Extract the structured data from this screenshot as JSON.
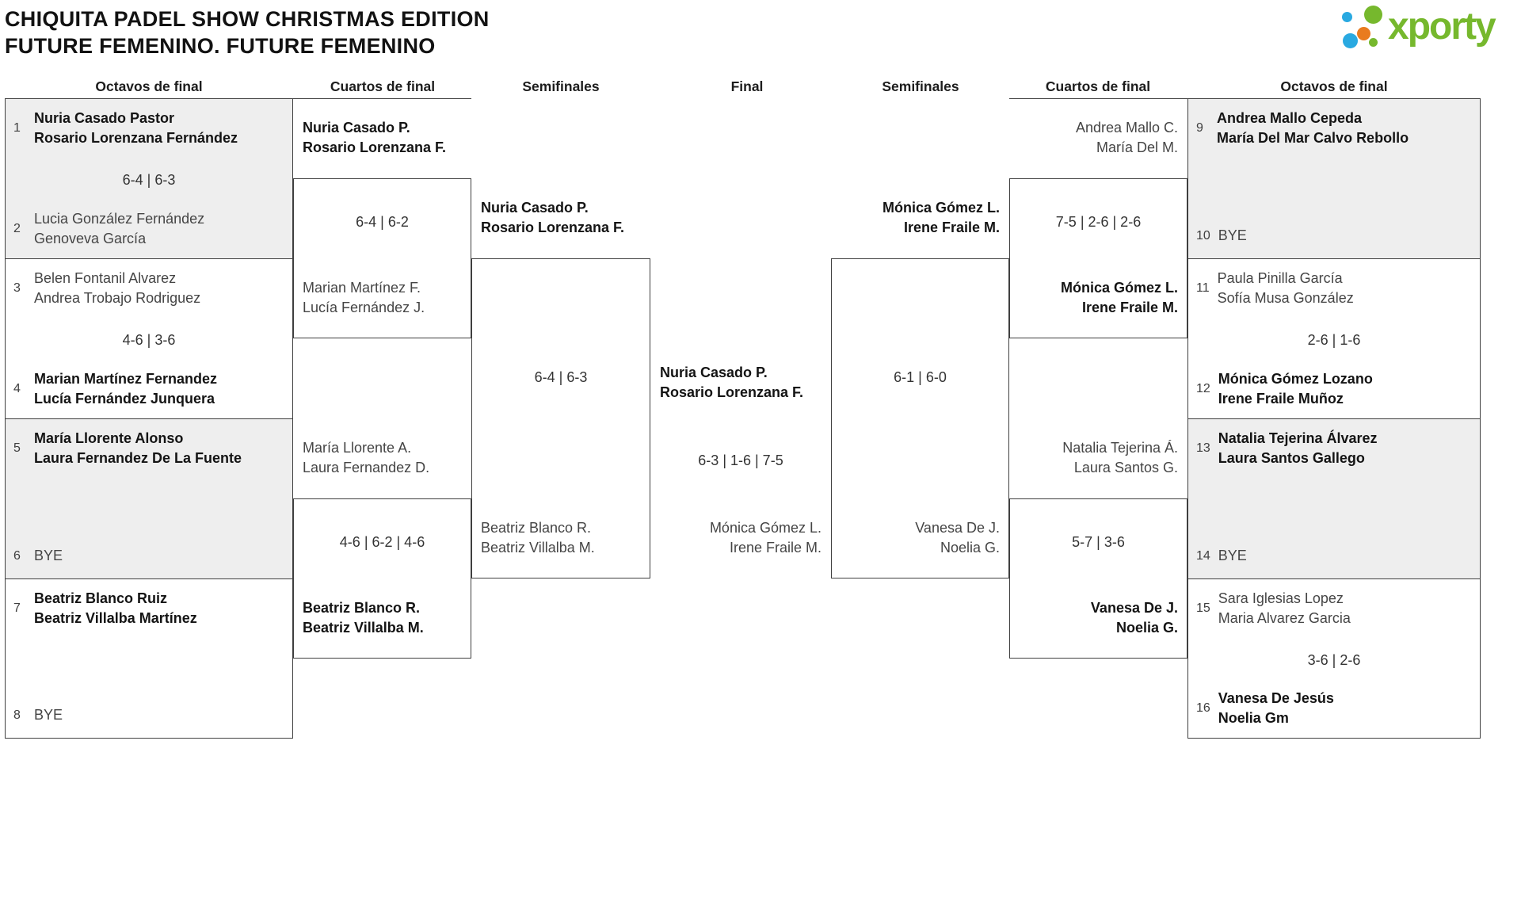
{
  "title": {
    "line1": "CHIQUITA PADEL SHOW CHRISTMAS EDITION",
    "line2": "FUTURE FEMENINO. FUTURE FEMENINO"
  },
  "logo": {
    "text": "xporty",
    "green": "#76b82d",
    "blue": "#29a9e1",
    "orange": "#e97b1f"
  },
  "round_headers": {
    "r1": "Octavos de final",
    "r2": "Cuartos de final",
    "r3": "Semifinales",
    "r4": "Final",
    "r5": "Semifinales",
    "r6": "Cuartos de final",
    "r7": "Octavos de final"
  },
  "matches": {
    "l_o1": {
      "seed_top": "1",
      "top1": "Nuria Casado Pastor",
      "top2": "Rosario Lorenzana Fernández",
      "score": "6-4 | 6-3",
      "seed_bottom": "2",
      "bottom1": "Lucia González Fernández",
      "bottom2": "Genoveva García"
    },
    "l_o2": {
      "seed_top": "3",
      "top1": "Belen Fontanil Alvarez",
      "top2": "Andrea Trobajo Rodriguez",
      "score": "4-6 | 3-6",
      "seed_bottom": "4",
      "bottom1": "Marian Martínez Fernandez",
      "bottom2": "Lucía Fernández Junquera"
    },
    "l_o3": {
      "seed_top": "5",
      "top1": "María Llorente Alonso",
      "top2": "Laura Fernandez De La Fuente",
      "seed_bottom": "6",
      "bye": "BYE"
    },
    "l_o4": {
      "seed_top": "7",
      "top1": "Beatriz Blanco Ruiz",
      "top2": "Beatriz Villalba Martínez",
      "seed_bottom": "8",
      "bye": "BYE"
    },
    "l_q1": {
      "top1": "Nuria Casado P.",
      "top2": "Rosario Lorenzana F.",
      "score": "6-4 | 6-2",
      "bottom1": "Marian Martínez F.",
      "bottom2": "Lucía Fernández J."
    },
    "l_q2": {
      "top1": "María Llorente A.",
      "top2": "Laura Fernandez D.",
      "score": "4-6 | 6-2 | 4-6",
      "bottom1": "Beatriz Blanco R.",
      "bottom2": "Beatriz Villalba M."
    },
    "l_s": {
      "top1": "Nuria Casado P.",
      "top2": "Rosario Lorenzana F.",
      "score": "6-4 | 6-3",
      "bottom1": "Beatriz Blanco R.",
      "bottom2": "Beatriz Villalba M."
    },
    "final": {
      "top1": "Nuria Casado P.",
      "top2": "Rosario Lorenzana F.",
      "score": "6-3 | 1-6 | 7-5",
      "bottom1": "Mónica Gómez L.",
      "bottom2": "Irene Fraile M."
    },
    "r_s": {
      "top1": "Mónica Gómez L.",
      "top2": "Irene Fraile M.",
      "score": "6-1 | 6-0",
      "bottom1": "Vanesa De J.",
      "bottom2": "Noelia G."
    },
    "r_q1": {
      "top1": "Andrea Mallo C.",
      "top2": "María Del M.",
      "score": "7-5 | 2-6 | 2-6",
      "bottom1": "Mónica Gómez L.",
      "bottom2": "Irene Fraile M."
    },
    "r_q2": {
      "top1": "Natalia Tejerina Á.",
      "top2": "Laura Santos G.",
      "score": "5-7 | 3-6",
      "bottom1": "Vanesa De J.",
      "bottom2": "Noelia G."
    },
    "r_o1": {
      "seed_top": "9",
      "top1": "Andrea Mallo Cepeda",
      "top2": "María Del Mar Calvo Rebollo",
      "seed_bottom": "10",
      "bye": "BYE"
    },
    "r_o2": {
      "seed_top": "11",
      "top1": "Paula Pinilla García",
      "top2": "Sofía Musa González",
      "score": "2-6 | 1-6",
      "seed_bottom": "12",
      "bottom1": "Mónica Gómez Lozano",
      "bottom2": "Irene Fraile Muñoz"
    },
    "r_o3": {
      "seed_top": "13",
      "top1": "Natalia Tejerina Álvarez",
      "top2": "Laura Santos Gallego",
      "seed_bottom": "14",
      "bye": "BYE"
    },
    "r_o4": {
      "seed_top": "15",
      "top1": "Sara Iglesias Lopez",
      "top2": "Maria Alvarez Garcia",
      "score": "3-6 | 2-6",
      "seed_bottom": "16",
      "bottom1": "Vanesa De Jesús",
      "bottom2": "Noelia Gm"
    }
  }
}
